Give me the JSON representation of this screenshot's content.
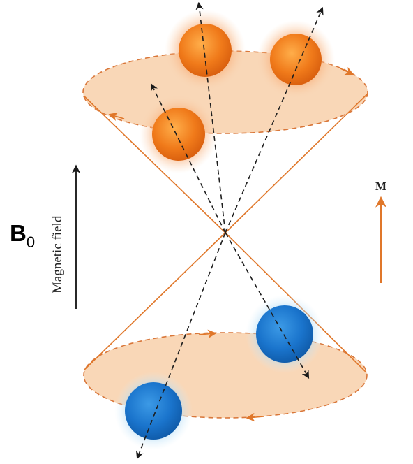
{
  "labels": {
    "field_symbol": "B",
    "field_subscript": "0",
    "field_caption": "Magnetic field",
    "magnetization": "M"
  },
  "colors": {
    "cone_line": "#e0772a",
    "ellipse_fill": "#f9d7b7",
    "ellipse_stroke": "#d9773a",
    "spin_up": "#f0801f",
    "spin_up_glow": "#f7b27a",
    "spin_down": "#1a78cf",
    "spin_down_glow": "#9fd0f2",
    "axis_dash": "#222222",
    "field_arrow": "#111111",
    "m_arrow": "#e0772a"
  },
  "spins": {
    "up_count": 3,
    "down_count": 2
  }
}
